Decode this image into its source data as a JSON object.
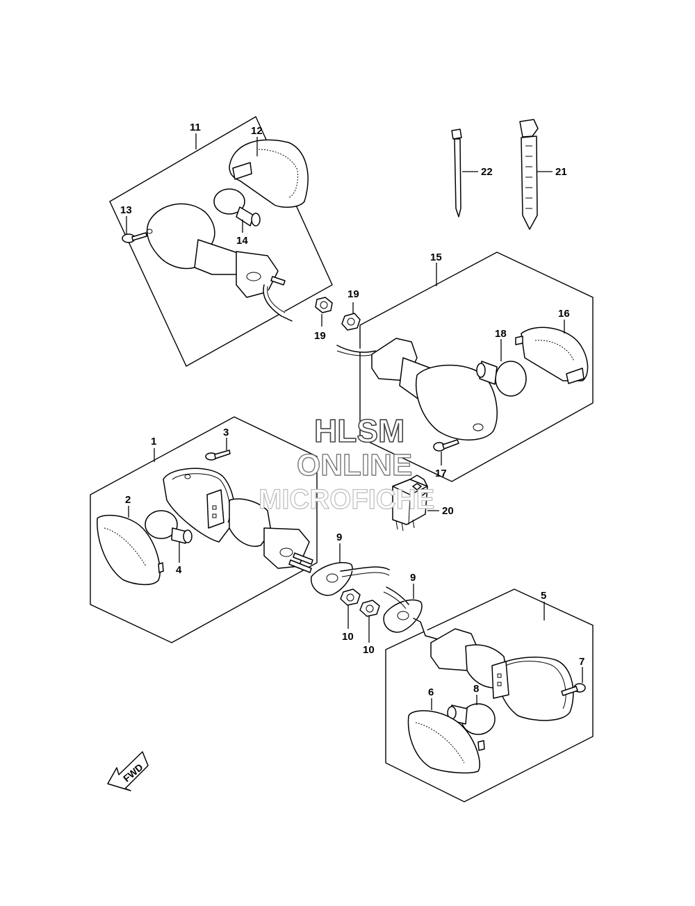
{
  "watermark": {
    "line1": "HLSM",
    "line2": "ONLINE",
    "line3": "MICROFICHE"
  },
  "direction_label": "FWD",
  "callouts": {
    "c1": "1",
    "c2": "2",
    "c3": "3",
    "c4": "4",
    "c5": "5",
    "c6": "6",
    "c7": "7",
    "c8": "8",
    "c9a": "9",
    "c9b": "9",
    "c10a": "10",
    "c10b": "10",
    "c11": "11",
    "c12": "12",
    "c13": "13",
    "c14": "14",
    "c15": "15",
    "c16": "16",
    "c17": "17",
    "c18": "18",
    "c19a": "19",
    "c19b": "19",
    "c20": "20",
    "c21": "21",
    "c22": "22"
  }
}
